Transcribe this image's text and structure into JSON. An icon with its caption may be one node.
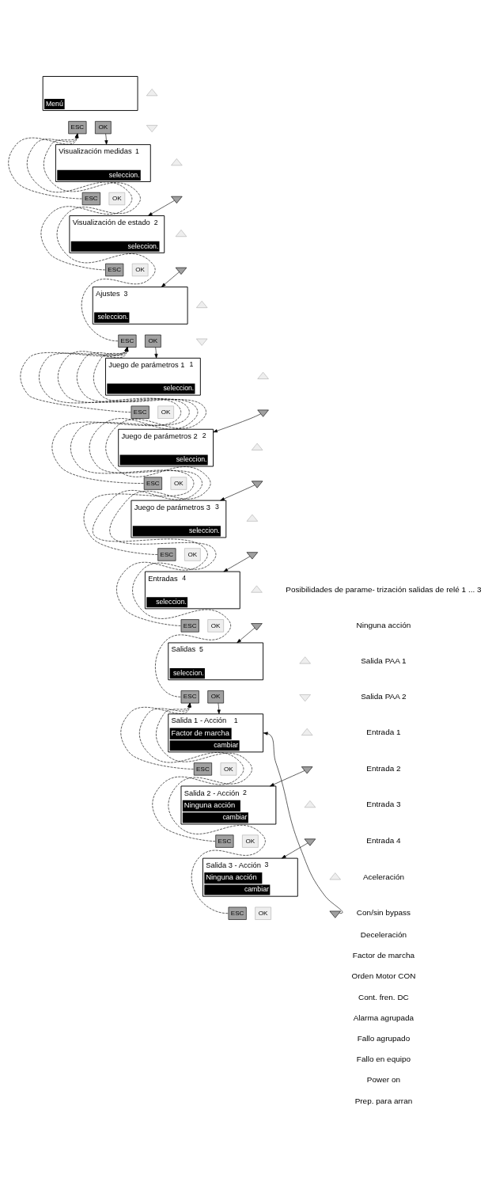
{
  "diagram": {
    "nodes": [
      {
        "text": [
          "Menú"
        ]
      },
      {
        "text": [],
        "shape": "triangle"
      },
      {
        "text": [],
        "shape": "triangle"
      },
      {
        "text": [
          "ESC"
        ]
      },
      {
        "text": [
          "OK"
        ]
      },
      {
        "text": [
          "Visualización medidas",
          "1",
          "seleccion."
        ]
      },
      {
        "text": [],
        "shape": "triangle"
      },
      {
        "text": [],
        "shape": "triangle"
      },
      {
        "text": [
          "ESC"
        ]
      },
      {
        "text": [
          "OK"
        ]
      },
      {
        "text": [
          "Visualización de estado",
          "2",
          "seleccion."
        ]
      },
      {
        "text": [],
        "shape": "triangle"
      },
      {
        "text": [],
        "shape": "triangle"
      },
      {
        "text": [
          "ESC"
        ]
      },
      {
        "text": [
          "OK"
        ]
      },
      {
        "text": [
          "Ajustes",
          "3",
          "seleccion."
        ]
      },
      {
        "text": [],
        "shape": "triangle"
      },
      {
        "text": [],
        "shape": "triangle"
      },
      {
        "text": [
          "ESC"
        ]
      },
      {
        "text": [
          "OK"
        ]
      },
      {
        "text": [
          "Juego de parámetros 1",
          "1",
          "seleccion."
        ]
      },
      {
        "text": [],
        "shape": "triangle"
      },
      {
        "text": [],
        "shape": "triangle"
      },
      {
        "text": [
          "ESC"
        ]
      },
      {
        "text": [
          "OK"
        ]
      },
      {
        "text": [
          "Juego de parámetros 2",
          "2",
          "seleccion."
        ]
      },
      {
        "text": [],
        "shape": "triangle"
      },
      {
        "text": [],
        "shape": "triangle"
      },
      {
        "text": [
          "ESC"
        ]
      },
      {
        "text": [
          "OK"
        ]
      },
      {
        "text": [
          "Juego de parámetros 3",
          "3",
          "seleccion."
        ]
      },
      {
        "text": [],
        "shape": "triangle"
      },
      {
        "text": [],
        "shape": "triangle"
      },
      {
        "text": [
          "ESC"
        ]
      },
      {
        "text": [
          "OK"
        ]
      },
      {
        "text": [
          "Entradas",
          "4",
          "seleccion."
        ]
      },
      {
        "text": [],
        "shape": "triangle"
      },
      {
        "text": [],
        "shape": "triangle"
      },
      {
        "text": [
          "ESC"
        ]
      },
      {
        "text": [
          "OK"
        ]
      },
      {
        "text": [
          "Salidas",
          "5",
          "seleccion."
        ]
      },
      {
        "text": [],
        "shape": "triangle"
      },
      {
        "text": [],
        "shape": "triangle"
      },
      {
        "text": [
          "ESC"
        ]
      },
      {
        "text": [
          "OK"
        ]
      },
      {
        "text": [
          "Salida 1 - Acción",
          "1",
          "Factor de marcha",
          "cambiar"
        ]
      },
      {
        "text": [],
        "shape": "triangle"
      },
      {
        "text": [],
        "shape": "triangle"
      },
      {
        "text": [
          "ESC"
        ]
      },
      {
        "text": [
          "OK"
        ]
      },
      {
        "text": [
          "Salida 2 - Acción",
          "2",
          "Ninguna acción",
          "cambiar"
        ]
      },
      {
        "text": [],
        "shape": "triangle"
      },
      {
        "text": [],
        "shape": "triangle"
      },
      {
        "text": [
          "ESC"
        ]
      },
      {
        "text": [
          "OK"
        ]
      },
      {
        "text": [
          "Salida 3 - Acción",
          "3",
          "Ninguna acción",
          "cambiar"
        ]
      },
      {
        "text": [],
        "shape": "triangle"
      },
      {
        "text": [],
        "shape": "triangle"
      },
      {
        "text": [
          "ESC"
        ]
      },
      {
        "text": [
          "OK"
        ]
      }
    ],
    "edges": [
      {
        "from": 4,
        "to": 5,
        "arrow": "to"
      },
      {
        "from": 7,
        "to": 10,
        "arrow": "to"
      },
      {
        "from": 12,
        "to": 15,
        "arrow": "to"
      },
      {
        "from": 19,
        "to": 20,
        "arrow": "to"
      },
      {
        "from": 22,
        "to": 25,
        "arrow": "to"
      },
      {
        "from": 27,
        "to": 30,
        "arrow": "to"
      },
      {
        "from": 32,
        "to": 35,
        "arrow": "to"
      },
      {
        "from": 37,
        "to": 40,
        "arrow": "to"
      },
      {
        "from": 44,
        "to": 45,
        "arrow": "to"
      },
      {
        "from": 47,
        "to": 50,
        "arrow": "to"
      },
      {
        "from": 52,
        "to": 55,
        "arrow": "to"
      },
      {
        "from": 57,
        "to": 45,
        "arrow": "to"
      },
      {
        "from": 8,
        "to": 3,
        "arrow": "to",
        "style": "dashed"
      },
      {
        "from": 13,
        "to": 3,
        "arrow": "to",
        "style": "dashed"
      },
      {
        "from": 18,
        "to": 3,
        "arrow": "to",
        "style": "dashed"
      },
      {
        "from": 23,
        "to": 18,
        "arrow": "to",
        "style": "dashed"
      },
      {
        "from": 28,
        "to": 18,
        "arrow": "to",
        "style": "dashed"
      },
      {
        "from": 33,
        "to": 18,
        "arrow": "to",
        "style": "dashed"
      },
      {
        "from": 38,
        "to": 18,
        "arrow": "to",
        "style": "dashed"
      },
      {
        "from": 43,
        "to": 18,
        "arrow": "to",
        "style": "dashed"
      },
      {
        "from": 48,
        "to": 43,
        "arrow": "to",
        "style": "dashed"
      },
      {
        "from": 53,
        "to": 43,
        "arrow": "to",
        "style": "dashed"
      },
      {
        "from": 58,
        "to": 43,
        "arrow": "to",
        "style": "dashed"
      }
    ],
    "labels": [
      "Posibilidades de parame- trización salidas de relé 1 ... 3",
      "Ninguna acción",
      "Salida PAA 1",
      "Salida PAA 2",
      "Entrada 1",
      "Entrada 2",
      "Entrada 3",
      "Entrada 4",
      "Aceleración",
      "Con/sin bypass",
      "Deceleración",
      "Factor de marcha",
      "Orden Motor CON",
      "Cont. fren. DC",
      "Alarma agrupada",
      "Fallo agrupado",
      "Fallo en equipo",
      "Power on",
      "Prep. para arran"
    ]
  }
}
